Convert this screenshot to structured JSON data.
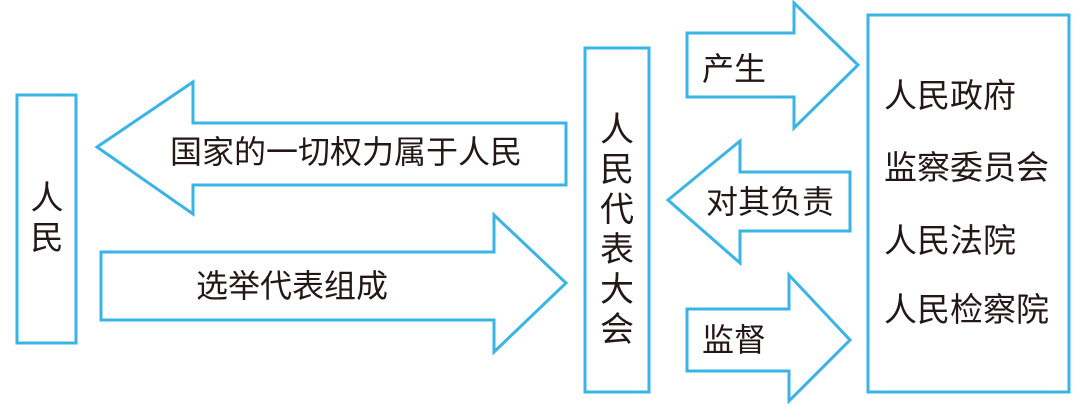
{
  "colors": {
    "stroke": "#3ab4e6",
    "text": "#231815",
    "background": "#ffffff"
  },
  "people": {
    "line1": "人",
    "line2": "民"
  },
  "npc": {
    "chars": [
      "人",
      "民",
      "代",
      "表",
      "大",
      "会"
    ]
  },
  "arrows": {
    "power_belongs_to_people": "国家的一切权力属于人民",
    "elect_representatives": "选举代表组成",
    "produce": "产生",
    "responsible_to": "对其负责",
    "supervise": "监督"
  },
  "state_organs": [
    "人民政府",
    "监察委员会",
    "人民法院",
    "人民检察院"
  ]
}
